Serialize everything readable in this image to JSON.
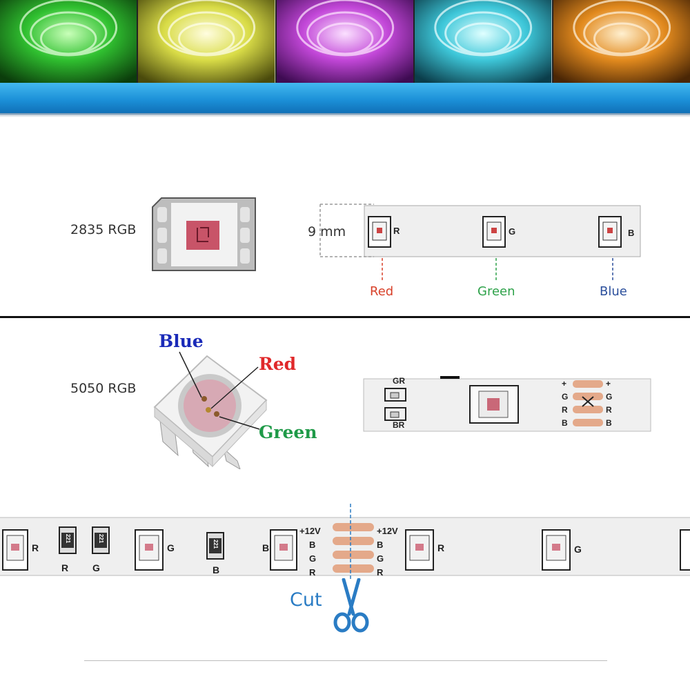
{
  "banner": {
    "tiles": [
      {
        "name": "green",
        "color": "#2fbf2f"
      },
      {
        "name": "yellow",
        "color": "#d9dc47"
      },
      {
        "name": "magenta",
        "color": "#c247d8"
      },
      {
        "name": "cyan",
        "color": "#3ec7d9"
      },
      {
        "name": "orange",
        "color": "#e28a1e"
      }
    ]
  },
  "rgb2835": {
    "label": "2835 RGB",
    "width_label": "9 mm",
    "strip_letters": [
      "R",
      "G",
      "B"
    ],
    "channels": [
      {
        "text": "Red",
        "color": "#d8412a"
      },
      {
        "text": "Green",
        "color": "#2ea24a"
      },
      {
        "text": "Blue",
        "color": "#2b4f9c"
      }
    ]
  },
  "rgb5050": {
    "label": "5050 RGB",
    "chip_labels": {
      "blue": "Blue",
      "red": "Red",
      "green": "Green"
    },
    "strip_left": {
      "top": "GR",
      "bottom": "BR"
    },
    "pad_signs": [
      "+",
      "G",
      "R",
      "B"
    ]
  },
  "cut_strip": {
    "letters": [
      "R",
      "R",
      "G",
      "G",
      "B",
      "B",
      "R",
      "G"
    ],
    "resistor_code": "221",
    "pads": [
      "+12V",
      "B",
      "G",
      "R"
    ],
    "cut_label": "Cut"
  }
}
